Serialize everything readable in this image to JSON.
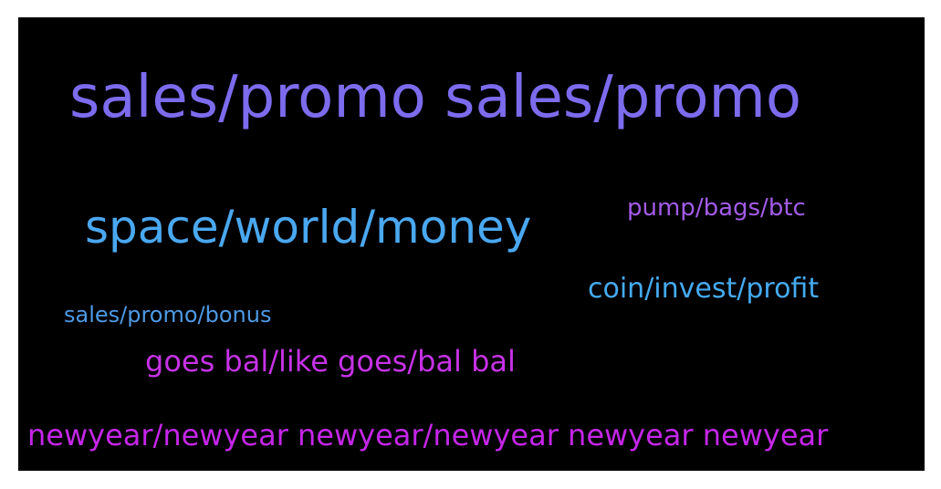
{
  "words": [
    {
      "text": "sales/promo sales/promo",
      "color": "#7d6bee"
    },
    {
      "text": "space/world/money",
      "color": "#4aa8f0"
    },
    {
      "text": "pump/bags/btc",
      "color": "#a35be8"
    },
    {
      "text": "coin/invest/profit",
      "color": "#45aaf0"
    },
    {
      "text": "sales/promo/bonus",
      "color": "#4d9ae6"
    },
    {
      "text": "goes bal/like goes/bal bal",
      "color": "#c632e6"
    },
    {
      "text": "newyear/newyear newyear/newyear newyear newyear",
      "color": "#c426e8"
    }
  ]
}
